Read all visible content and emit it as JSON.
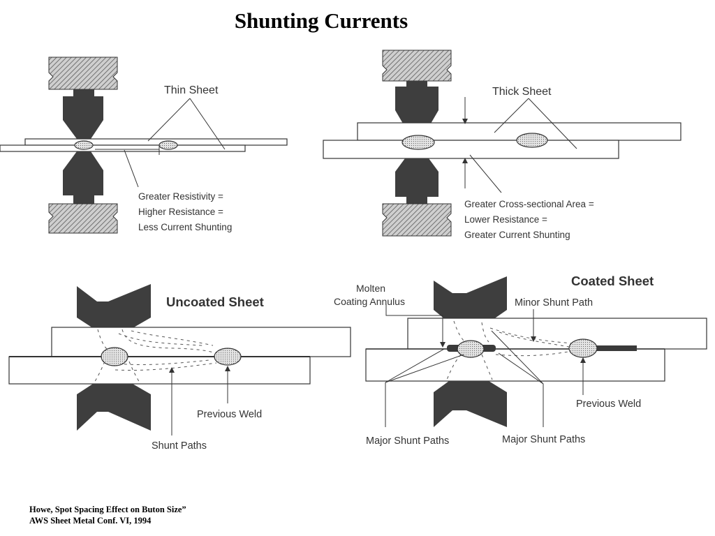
{
  "title": "Shunting Currents",
  "panels": {
    "thin": {
      "heading": "Thin Sheet",
      "note": [
        "Greater Resistivity =",
        "Higher Resistance =",
        "Less Current Shunting"
      ]
    },
    "thick": {
      "heading": "Thick Sheet",
      "note": [
        "Greater Cross-sectional Area =",
        "Lower Resistance =",
        "Greater Current Shunting"
      ]
    },
    "uncoated": {
      "heading": "Uncoated Sheet",
      "previous_weld": "Previous Weld",
      "shunt_paths": "Shunt Paths"
    },
    "coated": {
      "heading": "Coated Sheet",
      "molten": [
        "Molten",
        "Coating Annulus"
      ],
      "minor_shunt": "Minor Shunt Path",
      "previous_weld": "Previous Weld",
      "major_left": "Major Shunt Paths",
      "major_right": "Major Shunt Paths"
    }
  },
  "citation": [
    "Howe, Spot Spacing Effect on Buton Size”",
    "AWS Sheet Metal Conf. VI, 1994"
  ],
  "colors": {
    "electrode": "#3e3e3e",
    "hatch": "#6e6e6e",
    "nugget": "#d6d6d6",
    "line": "#333333"
  }
}
